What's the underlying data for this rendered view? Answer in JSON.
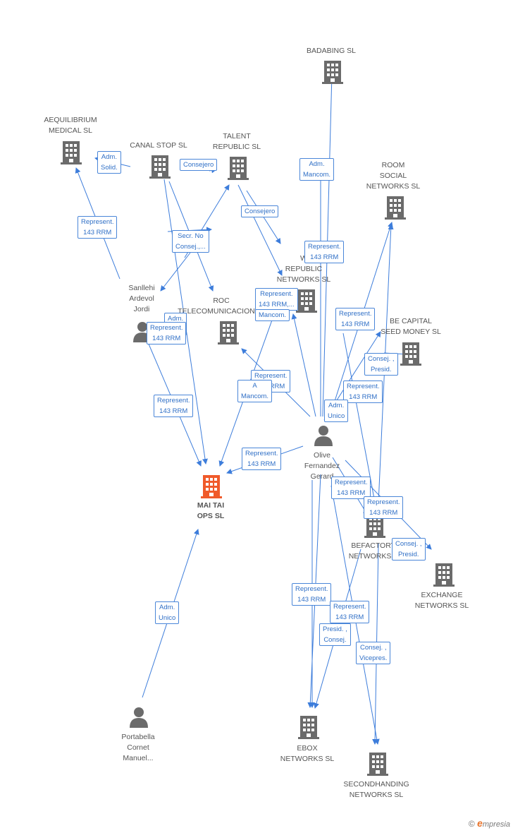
{
  "colors": {
    "edge": "#3d7ddb",
    "node_icon": "#6b6b6b",
    "focus_icon": "#f05a2a",
    "label_border": "#4a86d8",
    "label_text": "#2f6fc6"
  },
  "nodes": {
    "badabing": {
      "type": "company",
      "label": "BADABING SL",
      "icon": "building-icon"
    },
    "aequilibrium": {
      "type": "company",
      "label": "AEQUILIBRIUM\nMEDICAL  SL",
      "icon": "building-icon"
    },
    "canal_stop": {
      "type": "company",
      "label": "CANAL STOP SL",
      "icon": "building-icon"
    },
    "talent_republic": {
      "type": "company",
      "label": "TALENT\nREPUBLIC  SL",
      "icon": "building-icon"
    },
    "room_social": {
      "type": "company",
      "label": "ROOM\nSOCIAL\nNETWORKS SL",
      "icon": "building-icon"
    },
    "w_republic": {
      "type": "company",
      "label": "W\nREPUBLIC\nNETWORKS  SL",
      "icon": "building-icon"
    },
    "roc_telecom": {
      "type": "company",
      "label": "ROC\nTELECOMUNICACIONES",
      "icon": "building-icon"
    },
    "be_capital": {
      "type": "company",
      "label": "BE CAPITAL\nSEED MONEY SL",
      "icon": "building-icon"
    },
    "sanllehi": {
      "type": "person",
      "label": "Sanllehi\nArdevol\nJordi",
      "icon": "person-icon"
    },
    "olive": {
      "type": "person",
      "label": "Olive\nFernandez\nGerard",
      "icon": "person-icon"
    },
    "mai_tai": {
      "type": "company",
      "label": "MAI TAI\nOPS  SL",
      "icon": "building-icon",
      "focus": true
    },
    "befactory": {
      "type": "company",
      "label": "BEFACTORY\nNETWORKS S",
      "icon": "building-icon"
    },
    "exchange": {
      "type": "company",
      "label": "EXCHANGE\nNETWORKS SL",
      "icon": "building-icon"
    },
    "portabella": {
      "type": "person",
      "label": "Portabella\nCornet\nManuel...",
      "icon": "person-icon"
    },
    "ebox": {
      "type": "company",
      "label": "EBOX\nNETWORKS SL",
      "icon": "building-icon"
    },
    "secondhanding": {
      "type": "company",
      "label": "SECONDHANDING\nNETWORKS SL",
      "icon": "building-icon"
    }
  },
  "relations": {
    "adm_solid": "Adm.\nSolid.",
    "consejero_1": "Consejero",
    "adm_mancom_1": "Adm.\nMancom.",
    "consejero_2": "Consejero",
    "represent_1": "Represent.\n143 RRM",
    "secr_no_consej": "Secr.  No\nConsej.,...",
    "represent_2": "Represent.\n143 RRM",
    "represent_3": "Represent.\n143 RRM,...",
    "mancom_1": "Mancom.",
    "represent_4": "Represent.\n143 RRM",
    "adm_partial": "Adm.\nm.",
    "represent_5": "Represent.\n143 RRM",
    "consej_presid_1": "Consej. ,\nPresid.",
    "represent_6": "Represent.\n143 RRM",
    "adm_mancom_2": "A\nMancom.",
    "represent_7": "Represent.\n143 RRM",
    "represent_8": "Represent.\n143 RRM",
    "adm_unico_1": "Adm.\nUnico",
    "represent_9": "Represent.\n143 RRM",
    "represent_10": "Represent.\n143 RRM",
    "represent_11": "Represent.\n143 RRM",
    "consej_presid_2": "Consej. ,\nPresid.",
    "represent_12": "Represent.\n143 RRM",
    "represent_13": "Represent.\n143 RRM",
    "adm_unico_2": "Adm.\nUnico",
    "presid_consej": "Presid. ,\nConsej.",
    "consej_vicepres": "Consej. ,\nVicepres."
  },
  "footer": {
    "copyright": "©",
    "brand_initial": "e",
    "brand_rest": "mpresia"
  }
}
